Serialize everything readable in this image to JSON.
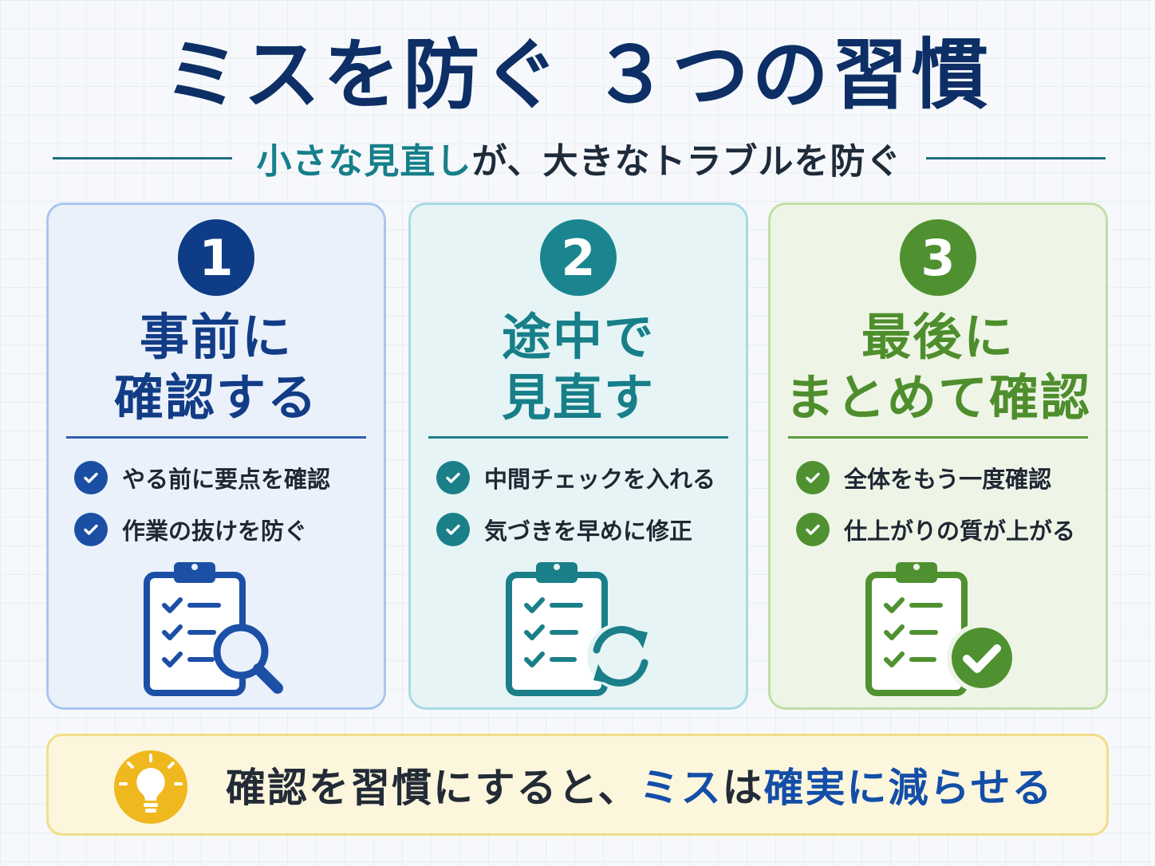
{
  "title": "ミスを防ぐ ３つの習慣",
  "subtitle": {
    "highlight": "小さな見直し",
    "rest": "が、大きなトラブルを防ぐ"
  },
  "cards": [
    {
      "number": "1",
      "heading_line1": "事前に",
      "heading_line2": "確認する",
      "items": [
        "やる前に要点を確認",
        "作業の抜けを防ぐ"
      ],
      "accent": "#0f3c86",
      "icon": "clipboard-magnifier-icon"
    },
    {
      "number": "2",
      "heading_line1": "途中で",
      "heading_line2": "見直す",
      "items": [
        "中間チェックを入れる",
        "気づきを早めに修正"
      ],
      "accent": "#1a858e",
      "icon": "clipboard-refresh-icon"
    },
    {
      "number": "3",
      "heading_line1": "最後に",
      "heading_line2": "まとめて確認",
      "items": [
        "全体をもう一度確認",
        "仕上がりの質が上がる"
      ],
      "accent": "#4f9130",
      "icon": "clipboard-check-icon"
    }
  ],
  "banner": {
    "icon": "lightbulb-icon",
    "text_prefix": "確認を習慣にすると、",
    "hl1": "ミス",
    "mid": "は",
    "hl2": "確実に減らせる",
    "accent": "#134ea8"
  }
}
